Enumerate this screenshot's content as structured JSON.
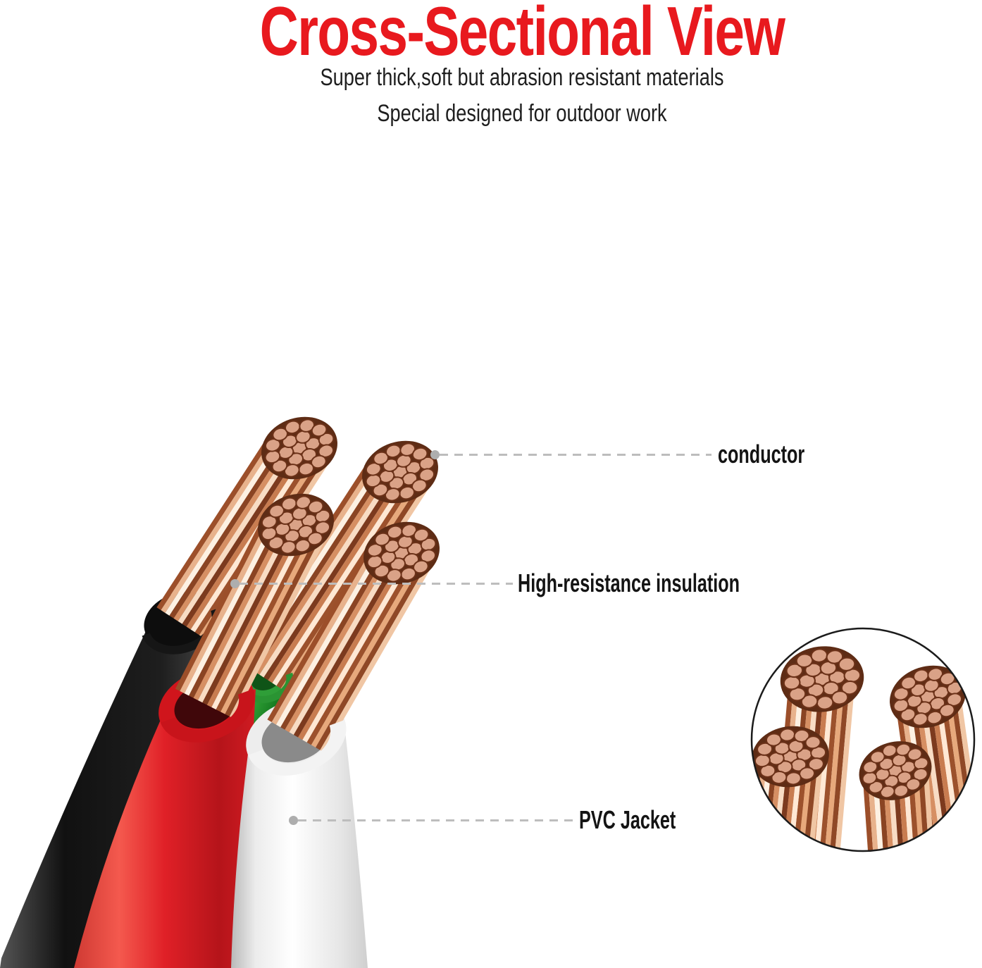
{
  "header": {
    "title": "Cross-Sectional View",
    "subtitle1": "Super thick,soft but abrasion resistant materials",
    "subtitle2": "Special designed for outdoor work"
  },
  "callouts": [
    {
      "id": "conductor",
      "text": "conductor"
    },
    {
      "id": "insulation",
      "text": "High-resistance insulation"
    },
    {
      "id": "pvc-jacket",
      "text": "PVC Jacket"
    }
  ],
  "colors": {
    "title_red": "#e8191e",
    "label_black": "#141414",
    "leader_gray": "#bdbdbd",
    "leader_dot_gray": "#aeaeae",
    "copper_light": "#daa287",
    "copper_dark": "#5e2c15",
    "jacket_red": "#d0151c",
    "jacket_red_inner": "#40070a",
    "jacket_black": "#0d0d0d",
    "jacket_white": "#ededed",
    "jacket_white_inner": "#8a8a8a",
    "insulation_green": "#2f9e38",
    "inset_border": "#1b1b1b"
  }
}
